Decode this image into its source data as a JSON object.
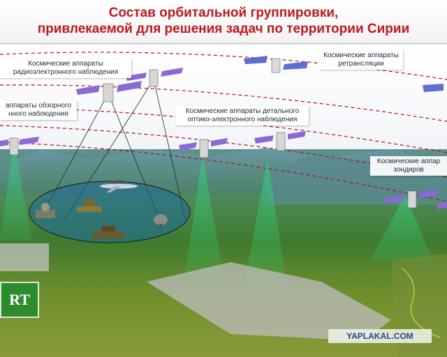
{
  "title": {
    "line1": "Состав орбитальной группировки,",
    "line2": "привлекаемой для решения задач по территории Сирии"
  },
  "labels": {
    "radio": [
      "Космические аппараты",
      "радиоэлектронного наблюдения"
    ],
    "relay": [
      "Космические аппараты",
      "ретрансляции"
    ],
    "survey": [
      "аппараты обзорного",
      "нного наблюдения"
    ],
    "optic": [
      "Космические аппараты детального",
      "оптико-электронного наблюдения"
    ],
    "sounding": [
      "Космические аппар",
      "зондиров"
    ]
  },
  "logo": {
    "text": "RT"
  },
  "watermark": {
    "text": "YAPLAKAL.COM"
  },
  "colors": {
    "title": "#c0181f",
    "orbit": "#b0101e",
    "panel": "#8a6bd6",
    "beam": "#2fd67a"
  }
}
